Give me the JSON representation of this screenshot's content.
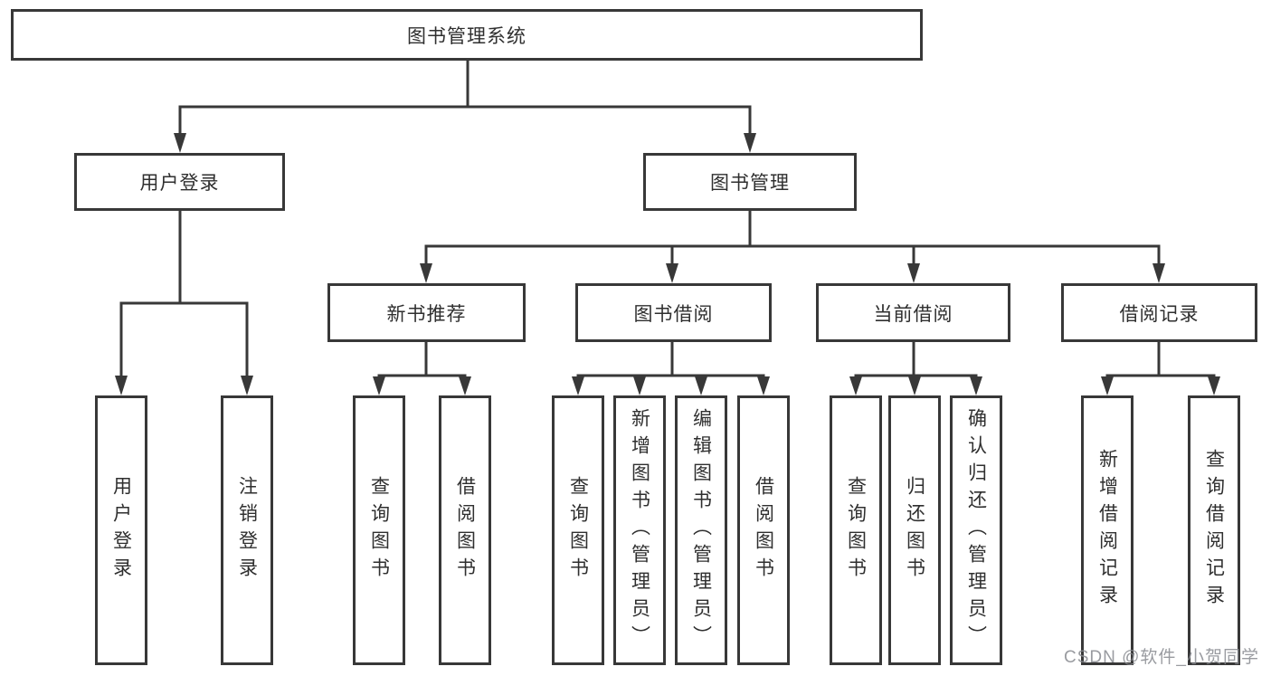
{
  "diagram": {
    "tree": {
      "label": "图书管理系统",
      "children": [
        {
          "label": "用户登录",
          "children": [
            {
              "label": "用户登录"
            },
            {
              "label": "注销登录"
            }
          ]
        },
        {
          "label": "图书管理",
          "children": [
            {
              "label": "新书推荐",
              "children": [
                {
                  "label": "查询图书"
                },
                {
                  "label": "借阅图书"
                }
              ]
            },
            {
              "label": "图书借阅",
              "children": [
                {
                  "label": "查询图书"
                },
                {
                  "label": "新增图书（管理员）"
                },
                {
                  "label": "编辑图书（管理员）"
                },
                {
                  "label": "借阅图书"
                }
              ]
            },
            {
              "label": "当前借阅",
              "children": [
                {
                  "label": "查询图书"
                },
                {
                  "label": "归还图书"
                },
                {
                  "label": "确认归还（管理员）"
                }
              ]
            },
            {
              "label": "借阅记录",
              "children": [
                {
                  "label": "新增借阅记录"
                },
                {
                  "label": "查询借阅记录"
                }
              ]
            }
          ]
        }
      ]
    }
  },
  "watermark": {
    "text": "CSDN @软件_小贺同学"
  },
  "colors": {
    "line": "#383838",
    "box_border": "#383838",
    "text": "#2f2f2f",
    "watermark": "#878a8f",
    "background": "#ffffff"
  }
}
